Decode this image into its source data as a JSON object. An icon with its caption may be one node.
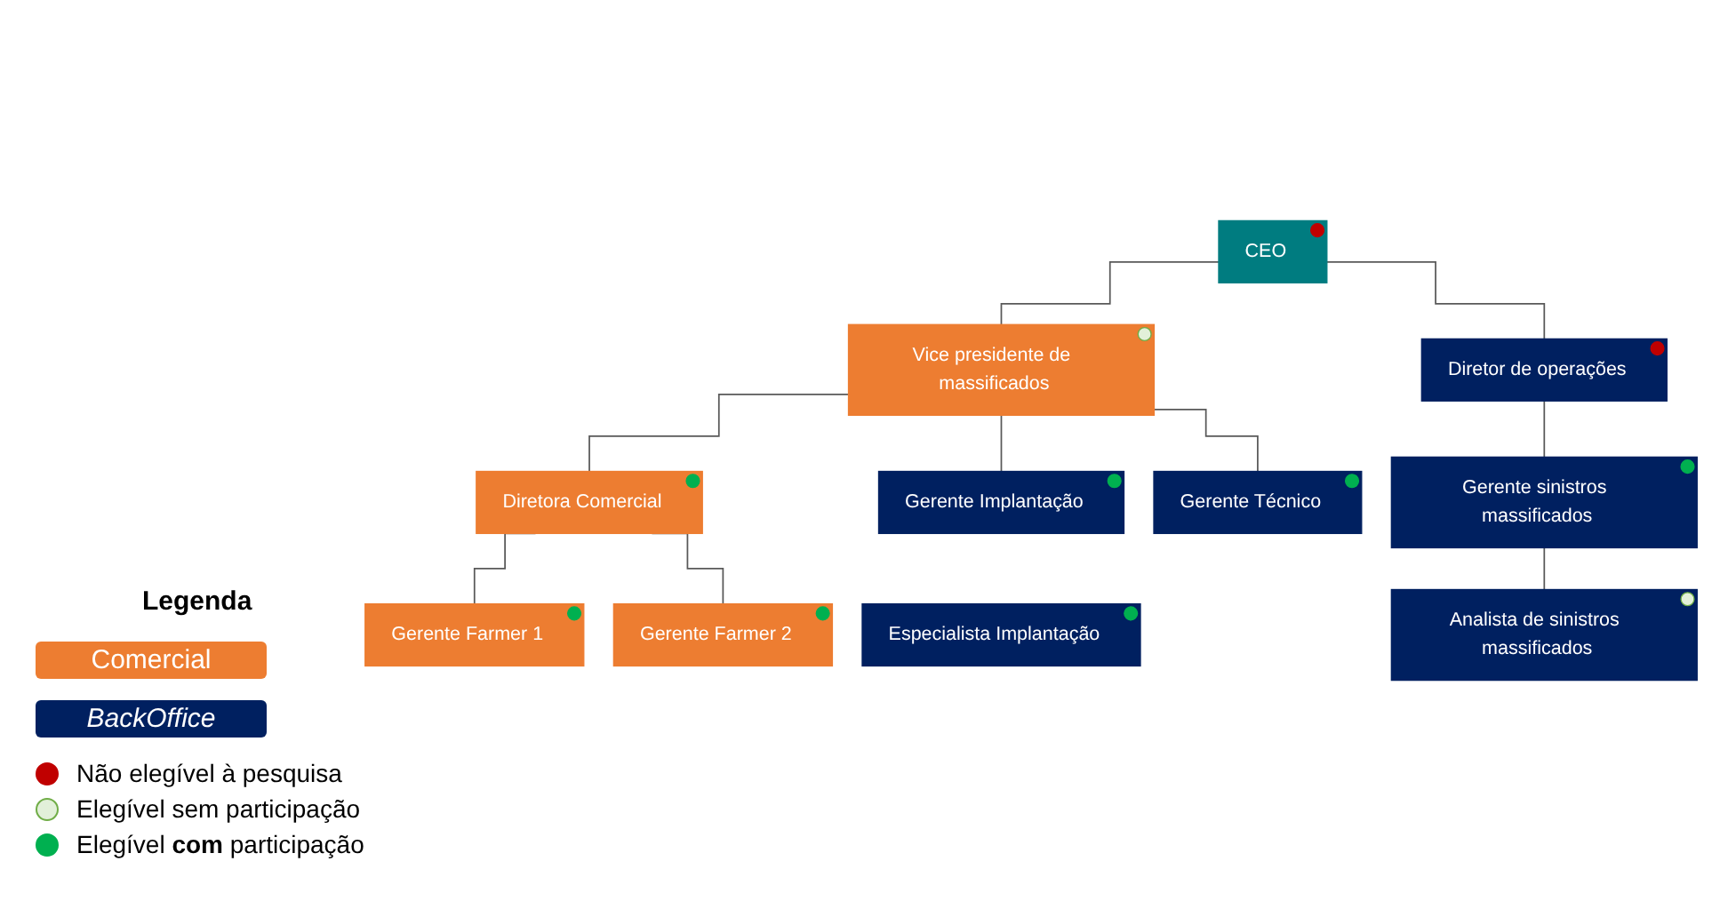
{
  "diagram": {
    "nodes": [
      {
        "text": [
          "CEO"
        ]
      },
      {
        "text": [
          "Vice presidente de massificados"
        ]
      },
      {
        "text": [
          "Diretora Comercial"
        ]
      },
      {
        "text": [
          "Diretor de operações"
        ]
      },
      {
        "text": [
          "Gerente Farmer 1"
        ]
      },
      {
        "text": [
          "Gerente Farmer 2"
        ]
      },
      {
        "text": [
          "Gerente Implantação"
        ]
      },
      {
        "text": [
          "Gerente Técnico"
        ]
      },
      {
        "text": [
          "Gerente sinistros massificados"
        ]
      },
      {
        "text": [
          "Especialista Implantação"
        ]
      },
      {
        "text": [
          "Analista de sinistros massificados"
        ]
      }
    ],
    "edges": [
      {
        "from": 0,
        "to": 1,
        "arrow": "none"
      },
      {
        "from": 0,
        "to": 3,
        "arrow": "none"
      },
      {
        "from": 1,
        "to": 2,
        "arrow": "none"
      },
      {
        "from": 1,
        "to": 6,
        "arrow": "none"
      },
      {
        "from": 1,
        "to": 7,
        "arrow": "none"
      },
      {
        "from": 2,
        "to": 4,
        "arrow": "none"
      },
      {
        "from": 2,
        "to": 5,
        "arrow": "none"
      },
      {
        "from": 3,
        "to": 8,
        "arrow": "none"
      },
      {
        "from": 8,
        "to": 10,
        "arrow": "none"
      }
    ],
    "labels": [
      "Legenda"
    ],
    "legend": [
      {
        "text": "Comercial",
        "color": "#ed7d31"
      },
      {
        "text": "BackOffice",
        "color": "#002060"
      },
      {
        "text": "Não elegível à pesquisa",
        "color": "#c00000"
      },
      {
        "text": "Elegível sem participação",
        "color": "#e2f0d9"
      },
      {
        "text": "Elegível **com** participação",
        "color": "#00b050"
      }
    ]
  }
}
